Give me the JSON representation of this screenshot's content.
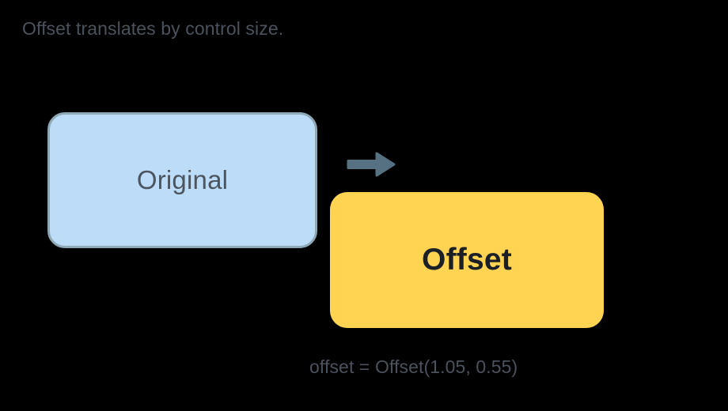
{
  "figure": {
    "title": "Offset translates by control size.",
    "background_color": "#000000",
    "title_color": "#4b525c"
  },
  "boxes": [
    {
      "name": "original",
      "label": "Original",
      "fill_color": "#bddcf8",
      "border_color": "#8ea8b6",
      "text_color": "#4b5560"
    },
    {
      "name": "offset",
      "label": "Offset",
      "fill_color": "#ffd452",
      "border_color": "none",
      "text_color": "#1b1f26"
    }
  ],
  "arrow": {
    "icon": "arrow-right-icon",
    "color": "#557182",
    "direction": "right"
  },
  "code_caption": {
    "text": "offset = Offset(1.05, 0.55)",
    "color": "#4b525c",
    "dx": "1.05",
    "dy": "0.55"
  }
}
